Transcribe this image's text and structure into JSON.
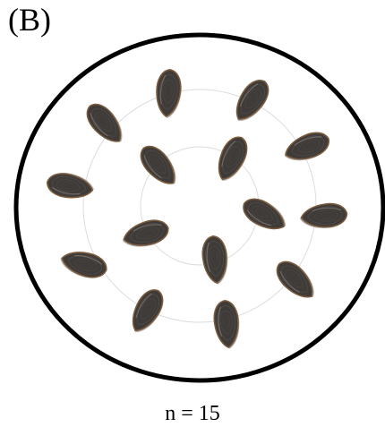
{
  "panel_label": "(B)",
  "count_label": "n = 15",
  "colors": {
    "arena_border": "#000000",
    "guide_ring": "#dcdcdc",
    "shell_fill": "#3f3b38",
    "shell_rim": "#7a5a3c",
    "shell_shadow": "#2a2826"
  },
  "mussel_count": 15
}
